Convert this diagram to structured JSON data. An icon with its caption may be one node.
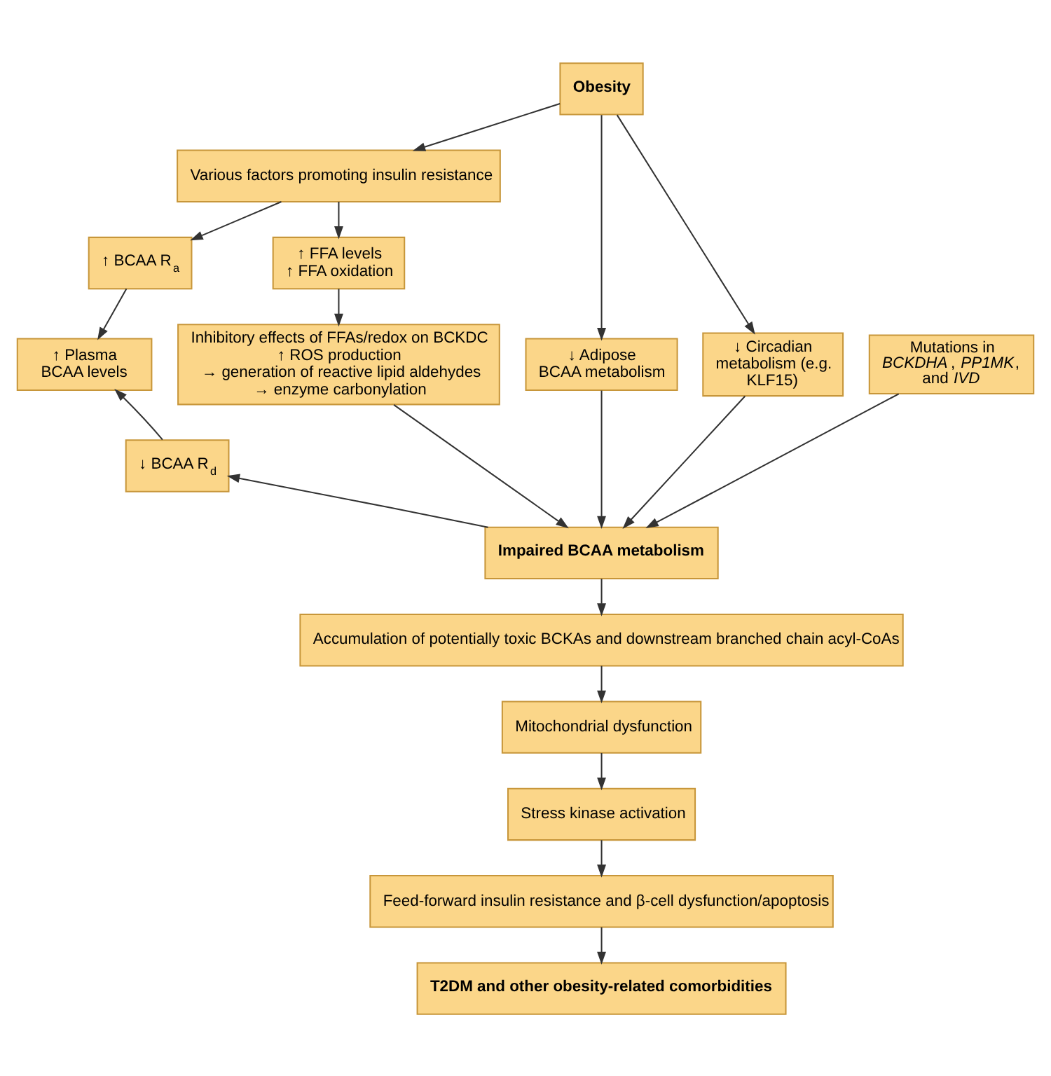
{
  "diagram": {
    "nodes": [
      {
        "text": [
          "Obesity"
        ]
      },
      {
        "text": [
          "Various factors promoting insulin resistance"
        ]
      },
      {
        "text": [
          "↑ BCAA R$_{a}$"
        ]
      },
      {
        "text": [
          "↑ FFA levels",
          "↑ FFA oxidation"
        ]
      },
      {
        "text": [
          "↓ Adipose BCAA metabolism"
        ]
      },
      {
        "text": [
          "↓ Circadian metabolism (e.g. KLF15)"
        ]
      },
      {
        "text": [
          "↑ Plasma BCAA levels"
        ]
      },
      {
        "text": [
          "Mutations in *BCKDHA*, *PP1MK*, and *IVD*"
        ]
      },
      {
        "text": [
          "Inhibitory effects of FFAs/redox on BCKDC",
          "↑ ROS production",
          "→ generation of reactive lipid aldehydes",
          "→ enzyme carbonylation"
        ]
      },
      {
        "text": [
          "↓ BCAA R$_{d}$"
        ]
      },
      {
        "text": [
          "Impaired BCAA metabolism"
        ]
      },
      {
        "text": [
          "Accumulation of potentially toxic BCKAs and downstream branched chain acyl-CoAs"
        ]
      },
      {
        "text": [
          "Mitochondrial dysfunction"
        ]
      },
      {
        "text": [
          "Stress kinase activation"
        ]
      },
      {
        "text": [
          "Feed-forward insulin resistance and β-cell dysfunction/apoptosis"
        ]
      },
      {
        "text": [
          "T2DM and other obesity-related comorbidities"
        ]
      }
    ],
    "edges": [
      {
        "from": 0,
        "to": 4,
        "arrow": "to"
      },
      {
        "from": 0,
        "to": 5,
        "arrow": "to"
      },
      {
        "from": 0,
        "to": 1,
        "arrow": "to"
      },
      {
        "from": 1,
        "to": 2,
        "arrow": "to"
      },
      {
        "from": 1,
        "to": 3,
        "arrow": "to"
      },
      {
        "from": 2,
        "to": 6,
        "arrow": "to"
      },
      {
        "from": 3,
        "to": 8,
        "arrow": "to"
      },
      {
        "from": 4,
        "to": 10,
        "arrow": "to"
      },
      {
        "from": 5,
        "to": 10,
        "arrow": "to"
      },
      {
        "from": 7,
        "to": 10,
        "arrow": "to"
      },
      {
        "from": 8,
        "to": 10,
        "arrow": "to"
      },
      {
        "from": 10,
        "to": 9,
        "arrow": "to"
      },
      {
        "from": 9,
        "to": 6,
        "arrow": "to"
      },
      {
        "from": 10,
        "to": 11,
        "arrow": "to"
      },
      {
        "from": 11,
        "to": 12,
        "arrow": "to"
      },
      {
        "from": 12,
        "to": 13,
        "arrow": "to"
      },
      {
        "from": 13,
        "to": 14,
        "arrow": "to"
      },
      {
        "from": 14,
        "to": 15,
        "arrow": "to"
      }
    ]
  }
}
